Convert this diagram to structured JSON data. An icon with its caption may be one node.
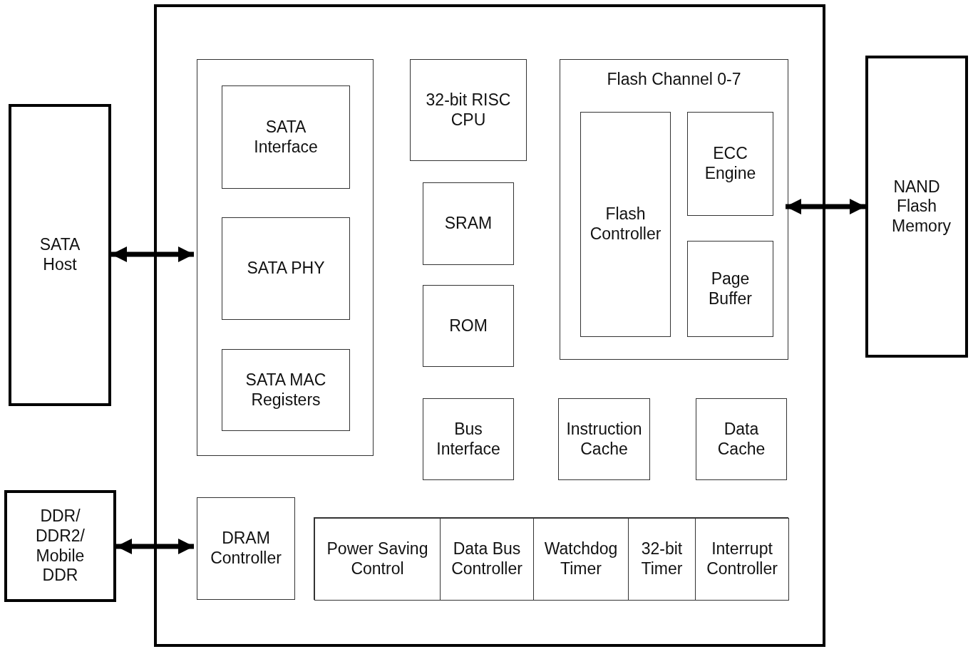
{
  "diagram": {
    "nodes": [
      {
        "text": [
          "SATA Host"
        ]
      },
      {
        "text": [],
        "shape": "box"
      },
      {
        "text": [],
        "shape": "box",
        "in": 1
      },
      {
        "text": [
          "SATA Interface"
        ],
        "in": 2
      },
      {
        "text": [
          "SATA PHY"
        ],
        "in": 2
      },
      {
        "text": [
          "SATA MAC Registers"
        ],
        "in": 2
      },
      {
        "text": [
          "32-bit RISC CPU"
        ],
        "in": 1
      },
      {
        "text": [
          "SRAM"
        ],
        "in": 1
      },
      {
        "text": [
          "ROM"
        ],
        "in": 1
      },
      {
        "text": [
          "Flash Channel 0-7"
        ],
        "in": 1
      },
      {
        "text": [
          "Flash Controller"
        ],
        "in": 9
      },
      {
        "text": [
          "ECC Engine"
        ],
        "in": 9
      },
      {
        "text": [
          "Page Buffer"
        ],
        "in": 9
      },
      {
        "text": [
          "NAND Flash Memory"
        ]
      },
      {
        "text": [
          "Bus Interface"
        ],
        "in": 1
      },
      {
        "text": [
          "Instruction Cache"
        ],
        "in": 1
      },
      {
        "text": [
          "Data Cache"
        ],
        "in": 1
      },
      {
        "text": [
          "DDR/ DDR2/ Mobile DDR"
        ]
      },
      {
        "text": [
          "DRAM Controller"
        ],
        "in": 1
      },
      {
        "text": [],
        "shape": "box",
        "in": 1
      },
      {
        "text": [
          "Power Saving Control"
        ],
        "in": 19
      },
      {
        "text": [
          "Data Bus Controller"
        ],
        "in": 19
      },
      {
        "text": [
          "Watchdog Timer"
        ],
        "in": 19
      },
      {
        "text": [
          "32-bit Timer"
        ],
        "in": 19
      },
      {
        "text": [
          "Interrupt Controller"
        ],
        "in": 19
      }
    ],
    "edges": [
      {
        "from": 0,
        "to": 2,
        "arrow": "both"
      },
      {
        "from": 9,
        "to": 13,
        "arrow": "both"
      },
      {
        "from": 17,
        "to": 18,
        "arrow": "both"
      }
    ]
  }
}
